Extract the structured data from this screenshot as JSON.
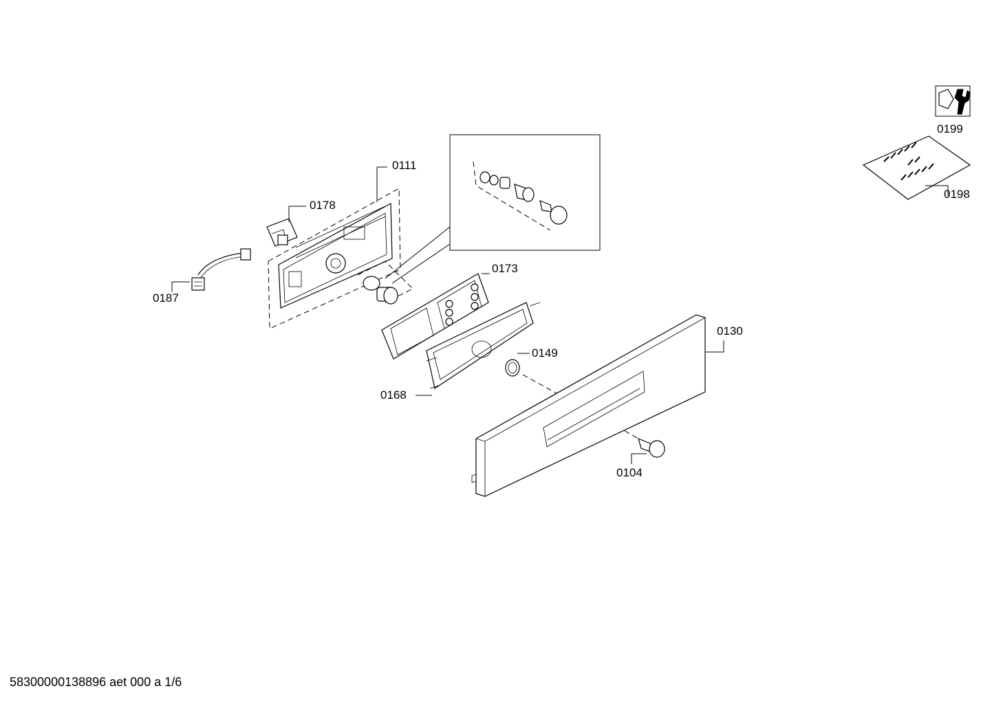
{
  "footer": {
    "doc_id": "58300000138896 aet 000 a 1/6"
  },
  "parts": [
    {
      "id": "0111"
    },
    {
      "id": "0178"
    },
    {
      "id": "0187"
    },
    {
      "id": "0173"
    },
    {
      "id": "0149"
    },
    {
      "id": "0168"
    },
    {
      "id": "0130"
    },
    {
      "id": "0104"
    },
    {
      "id": "0199"
    },
    {
      "id": "0198"
    }
  ],
  "icons": {
    "tool": "wrench-nut-icon",
    "screw_bag": "screw-bag-icon"
  }
}
